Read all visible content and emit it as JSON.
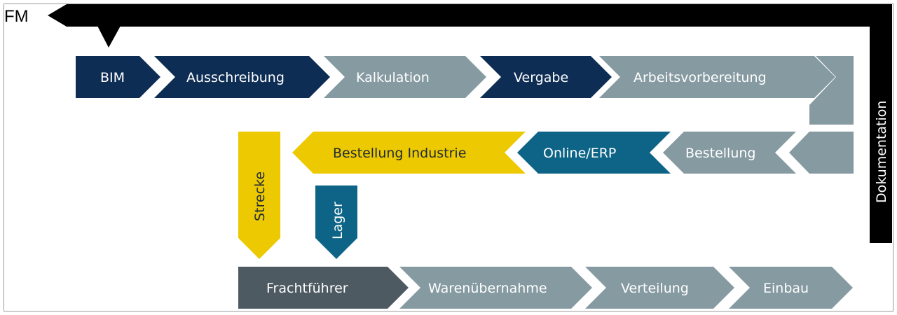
{
  "fm_label": "FM",
  "side_label": "Dokumentation",
  "colors": {
    "navy": "#0e2d55",
    "gray": "#869aa1",
    "yellow": "#ecc900",
    "teal": "#0d6486",
    "dark": "#4e5a62",
    "black": "#000000"
  },
  "row1": [
    "BIM",
    "Ausschreibung",
    "Kalkulation",
    "Vergabe",
    "Arbeitsvorbereitung"
  ],
  "row2": [
    "Bestellung Industrie",
    "Online/ERP",
    "Bestellung"
  ],
  "branches": [
    "Strecke",
    "Lager"
  ],
  "row3": [
    "Frachtführer",
    "Warenübernahme",
    "Verteilung",
    "Einbau"
  ]
}
